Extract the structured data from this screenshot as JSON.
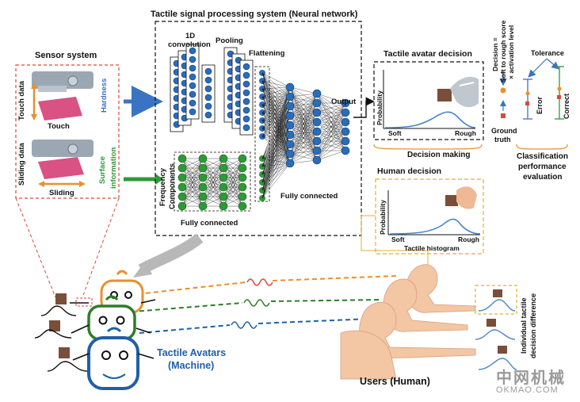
{
  "sensor": {
    "title": "Sensor system",
    "touch_data": "Touch data",
    "touch": "Touch",
    "hardness": "Hardness",
    "sliding_data": "Sliding data",
    "sliding": "Sliding",
    "surface": "Surface",
    "information": "information"
  },
  "nn": {
    "title": "Tactile signal processing system (Neural network)",
    "conv_1d": "1D",
    "conv": "convolution",
    "pooling": "Pooling",
    "flattening": "Flattening",
    "output": "Output",
    "frequency": "Frequency",
    "components": "Components",
    "fully_connected_left": "Fully connected",
    "fully_connected_right": "Fully connected"
  },
  "avatar_decision": {
    "title": "Tactile avatar decision",
    "ylabel": "Probability",
    "x_soft": "Soft",
    "x_rough": "Rough",
    "decision_making": "Decision making"
  },
  "decision_formula": {
    "line1": "Decision =",
    "line2": "Soft to rough score",
    "line3": "× activation level",
    "ground": "Ground",
    "truth": "truth"
  },
  "classification": {
    "tolerance": "Tolerance",
    "error": "Error",
    "correct": "Correct",
    "title1": "Classification",
    "title2": "performance",
    "title3": "evaluation"
  },
  "human_decision": {
    "title": "Human decision",
    "ylabel": "Probability",
    "x_soft": "Soft",
    "x_rough": "Rough",
    "xlabel": "Tactile histogram"
  },
  "avatars": {
    "line1": "Tactile Avatars",
    "line2": "(Machine)"
  },
  "users": {
    "label": "Users (Human)"
  },
  "individual": {
    "line1": "Individual tactile",
    "line2": "decision difference"
  },
  "watermark": {
    "cn": "中网机械",
    "url": "OKMAO.COM"
  },
  "colors": {
    "orange": "#e8902e",
    "green": "#2e7d2a",
    "blue": "#1f5fa8",
    "neuron_blue": "#2b6cb8",
    "neuron_green": "#2e9a36",
    "skin": "#f3c6a4",
    "red_dash": "#d94a3a",
    "gold_dash": "#e3b12b",
    "curve_blue": "#4a86c8"
  }
}
